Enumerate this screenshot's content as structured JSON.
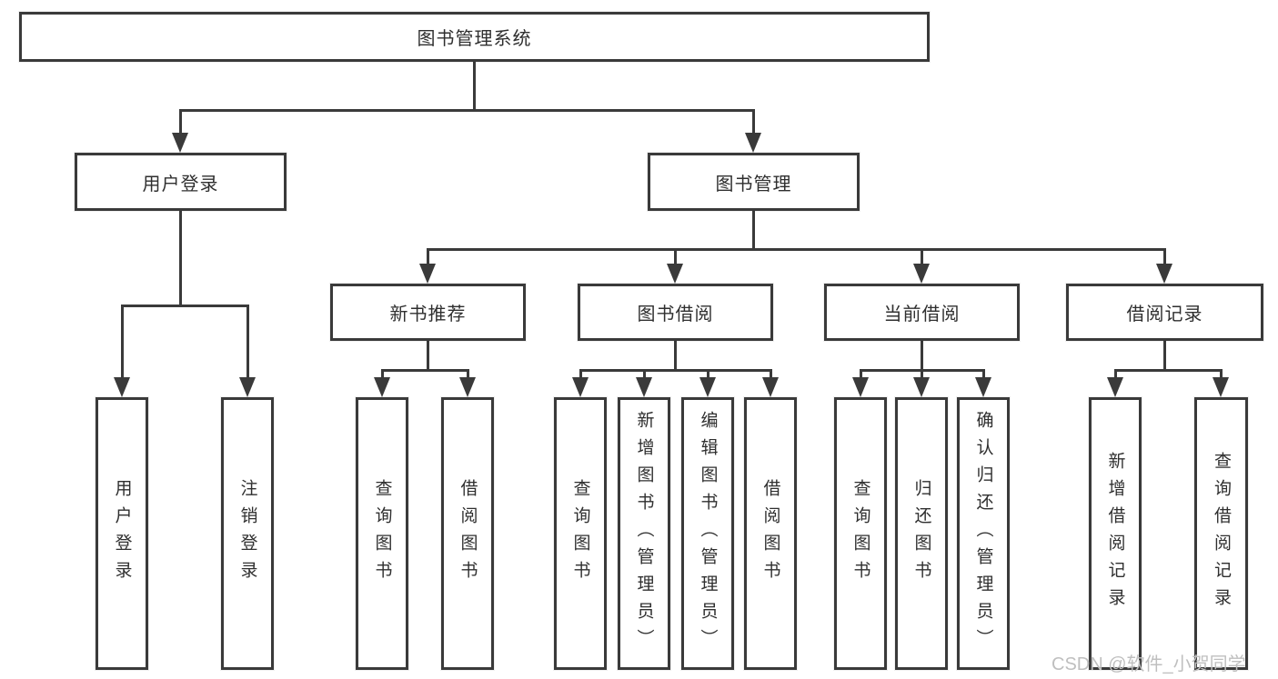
{
  "tree": {
    "label": "图书管理系统",
    "children": [
      {
        "label": "用户登录",
        "children": [
          {
            "label": "用户登录"
          },
          {
            "label": "注销登录"
          }
        ]
      },
      {
        "label": "图书管理",
        "children": [
          {
            "label": "新书推荐",
            "children": [
              {
                "label": "查询图书"
              },
              {
                "label": "借阅图书"
              }
            ]
          },
          {
            "label": "图书借阅",
            "children": [
              {
                "label": "查询图书"
              },
              {
                "label": "新增图书（管理员）"
              },
              {
                "label": "编辑图书（管理员）"
              },
              {
                "label": "借阅图书"
              }
            ]
          },
          {
            "label": "当前借阅",
            "children": [
              {
                "label": "查询图书"
              },
              {
                "label": "归还图书"
              },
              {
                "label": "确认归还（管理员）"
              }
            ]
          },
          {
            "label": "借阅记录",
            "children": [
              {
                "label": "新增借阅记录"
              },
              {
                "label": "查询借阅记录"
              }
            ]
          }
        ]
      }
    ]
  },
  "watermark": {
    "text": "CSDN @软件_小贺同学"
  },
  "colors": {
    "line": "#3a3a3a",
    "text": "#2f2f2f",
    "background": "#ffffff",
    "watermark": "#bfbfbf"
  }
}
